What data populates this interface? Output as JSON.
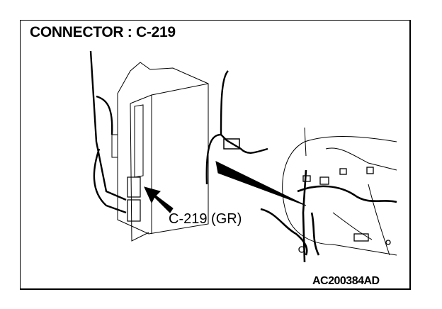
{
  "title": "CONNECTOR : C-219",
  "callout_label": "C-219 (GR)",
  "figure_id": "AC200384AD"
}
